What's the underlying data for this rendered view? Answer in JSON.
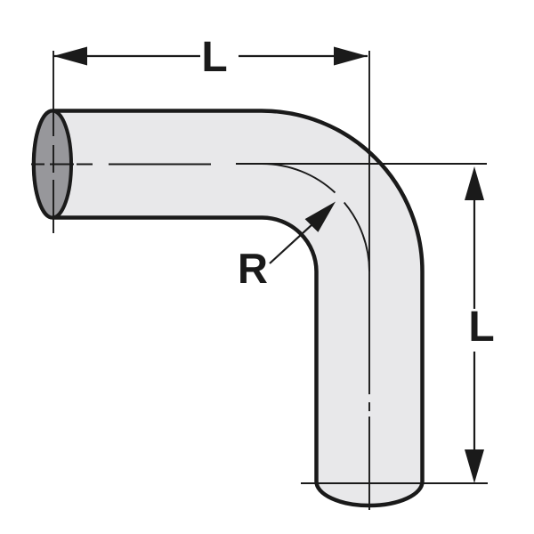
{
  "figure": {
    "name": "90-degree-tube-elbow-dimension-drawing",
    "labels": {
      "length_horizontal": "L",
      "length_vertical": "L",
      "bend_radius": "R"
    },
    "colors": {
      "background": "#ffffff",
      "line": "#1a1a1a",
      "pipe_fill": "#e8e8ea",
      "end_face_fill": "#97979b"
    }
  }
}
